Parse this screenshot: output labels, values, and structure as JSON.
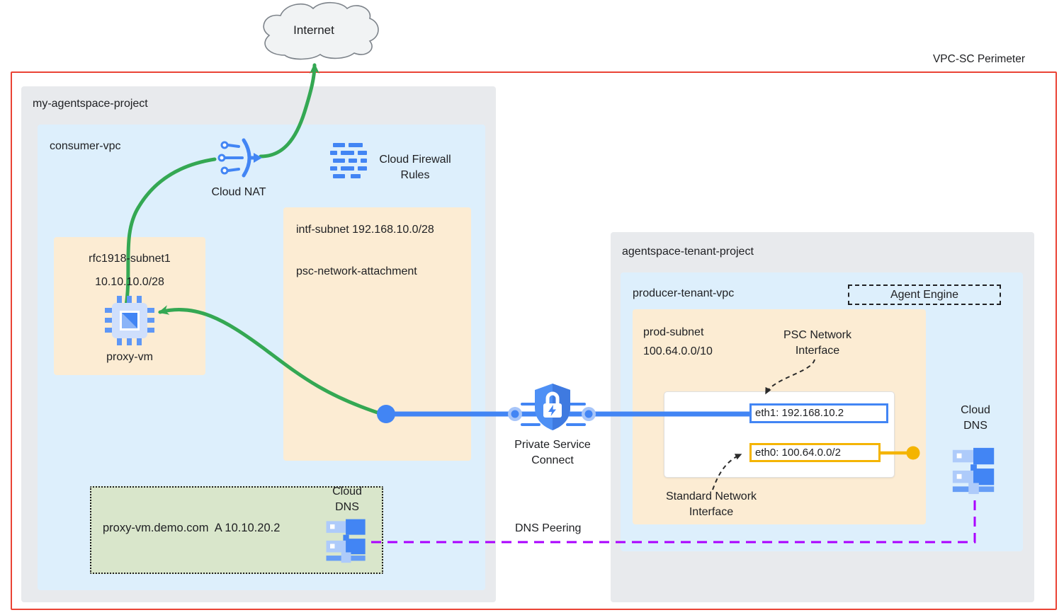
{
  "colors": {
    "perimeter_red": "#ea4335",
    "project_gray": "#e8eaed",
    "vpc_blue": "#ddeffc",
    "subnet_peach": "#fcecd3",
    "dns_zone_green": "#d9e6cb",
    "flow_green": "#34a853",
    "link_blue": "#4285f4",
    "icon_blue_light": "#aecbfa",
    "peering_purple": "#aa00ff",
    "gold": "#f4b400",
    "text_dark": "#202124",
    "cloud_fill": "#f1f3f4",
    "cloud_stroke": "#7d838a"
  },
  "internet": {
    "label": "Internet"
  },
  "perimeter": {
    "label": "VPC-SC Perimeter"
  },
  "consumer_project": {
    "title": "my-agentspace-project",
    "vpc_title": "consumer-vpc",
    "cloud_nat_label": "Cloud NAT",
    "firewall_label": "Cloud Firewall\nRules",
    "intf_subnet": {
      "line1": "intf-subnet 192.168.10.0/28",
      "line2": "psc-network-attachment"
    },
    "rfc_subnet": {
      "name": "rfc1918-subnet1",
      "cidr": "10.10.10.0/28",
      "vm_label": "proxy-vm"
    },
    "dns_zone": {
      "record": "proxy-vm.demo.com  A 10.10.20.2",
      "label": "Cloud\nDNS"
    }
  },
  "psc": {
    "label": "Private Service\nConnect"
  },
  "dns_peering_label": "DNS Peering",
  "tenant_project": {
    "title": "agentspace-tenant-project",
    "vpc_title": "producer-tenant-vpc",
    "agent_engine_label": "Agent Engine",
    "prod_subnet": {
      "name": "prod-subnet",
      "cidr": "100.64.0.0/10"
    },
    "interfaces": {
      "psc_label": "PSC Network\nInterface",
      "eth1": "eth1: 192.168.10.2",
      "eth0": "eth0: 100.64.0.0/2",
      "standard_label": "Standard Network\nInterface"
    },
    "cloud_dns_label": "Cloud\nDNS"
  },
  "icons": {
    "internet-cloud-icon": "cloud shape",
    "cloud-nat-icon": "lines merging into arrow",
    "firewall-icon": "blue brick dashes",
    "compute-vm-icon": "chip with blue square",
    "psc-shield-icon": "shield with padlock and bolt",
    "cloud-dns-icon": "stacked servers"
  }
}
